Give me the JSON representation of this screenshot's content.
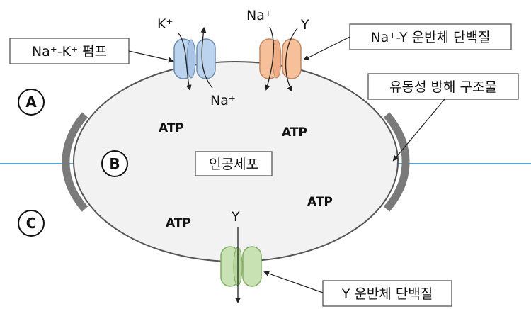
{
  "boxes": {
    "pump": "Na⁺-K⁺ 펌프",
    "symporter": "Na⁺-Y 운반체 단백질",
    "blocker": "유동성 방해 구조물",
    "y_carrier": "Y 운반체 단백질",
    "cell": "인공세포"
  },
  "regions": {
    "a": "A",
    "b": "B",
    "c": "C"
  },
  "ions": {
    "k": "K⁺",
    "na_top": "Na⁺",
    "y_top": "Y",
    "na_bottom": "Na⁺",
    "y_bottom": "Y"
  },
  "atp": [
    "ATP",
    "ATP",
    "ATP",
    "ATP"
  ],
  "colors": {
    "pump": "#bcd3ee",
    "symporter": "#f6c09a",
    "y_carrier": "#c9e2b3",
    "blocker": "#7a7a7a",
    "water_line": "#5aa6d6"
  }
}
